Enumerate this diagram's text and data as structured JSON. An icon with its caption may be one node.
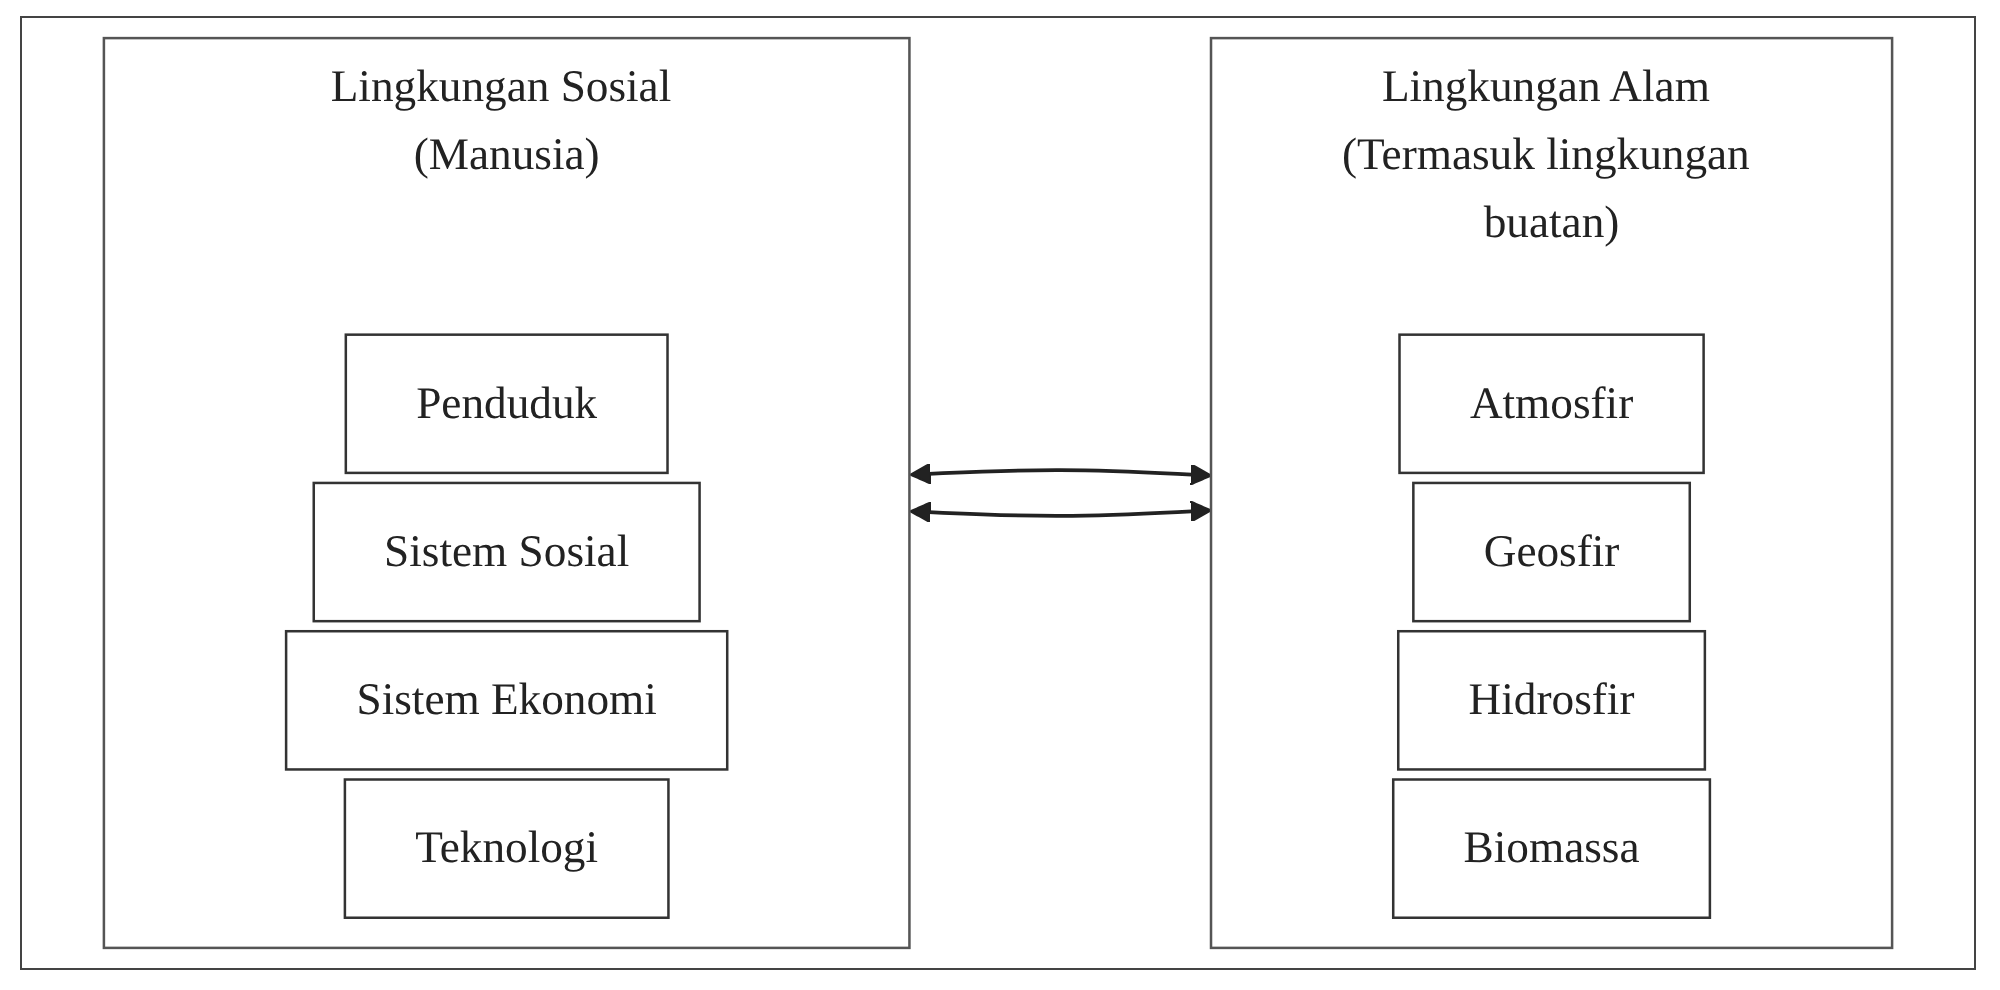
{
  "diagram": {
    "nodes": [
      {
        "text": [
          "Lingkungan Sosial (Manusia)"
        ]
      },
      {
        "text": [
          "Penduduk"
        ],
        "in": 0
      },
      {
        "text": [
          "Sistem Sosial"
        ],
        "in": 0
      },
      {
        "text": [
          "Sistem Ekonomi"
        ],
        "in": 0
      },
      {
        "text": [
          "Teknologi"
        ],
        "in": 0
      },
      {
        "text": [
          "Lingkungan Alam (Termasuk lingkungan buatan)"
        ]
      },
      {
        "text": [
          "Atmosfir"
        ],
        "in": 5
      },
      {
        "text": [
          "Geosfir"
        ],
        "in": 5
      },
      {
        "text": [
          "Hidrosfir"
        ],
        "in": 5
      },
      {
        "text": [
          "Biomassa"
        ],
        "in": 5
      }
    ],
    "edges": [
      {
        "from": 0,
        "to": 5,
        "arrow": "both"
      },
      {
        "from": 0,
        "to": 5,
        "arrow": "both"
      }
    ]
  }
}
